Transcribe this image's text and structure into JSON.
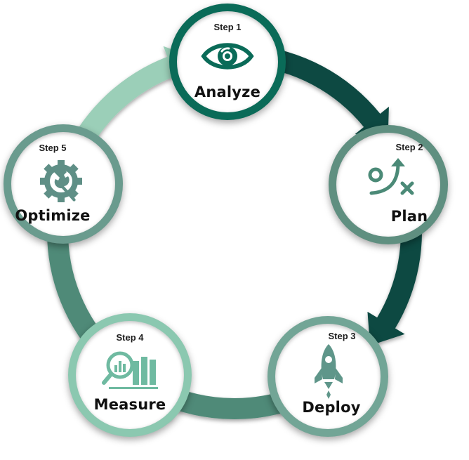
{
  "colors": {
    "arrow_dark": "#0b4a42",
    "arrow_mid": "#4f8a78",
    "arrow_light": "#9bcfb8",
    "step1": "#0a6b58",
    "step2": "#5f8f80",
    "step3": "#72a596",
    "step4": "#8bc8b0",
    "step5": "#6a9b8e",
    "icon1": "#0a6b58",
    "icon2": "#4b8a77",
    "icon3": "#5f968a",
    "icon4": "#6fbaa1",
    "icon5": "#5f8f86"
  },
  "steps": [
    {
      "step": "Step 1",
      "title": "Analyze",
      "icon": "eye-icon"
    },
    {
      "step": "Step 2",
      "title": "Plan",
      "icon": "strategy-icon"
    },
    {
      "step": "Step 3",
      "title": "Deploy",
      "icon": "rocket-icon"
    },
    {
      "step": "Step 4",
      "title": "Measure",
      "icon": "analytics-icon"
    },
    {
      "step": "Step 5",
      "title": "Optimize",
      "icon": "gear-wrench-icon"
    }
  ]
}
